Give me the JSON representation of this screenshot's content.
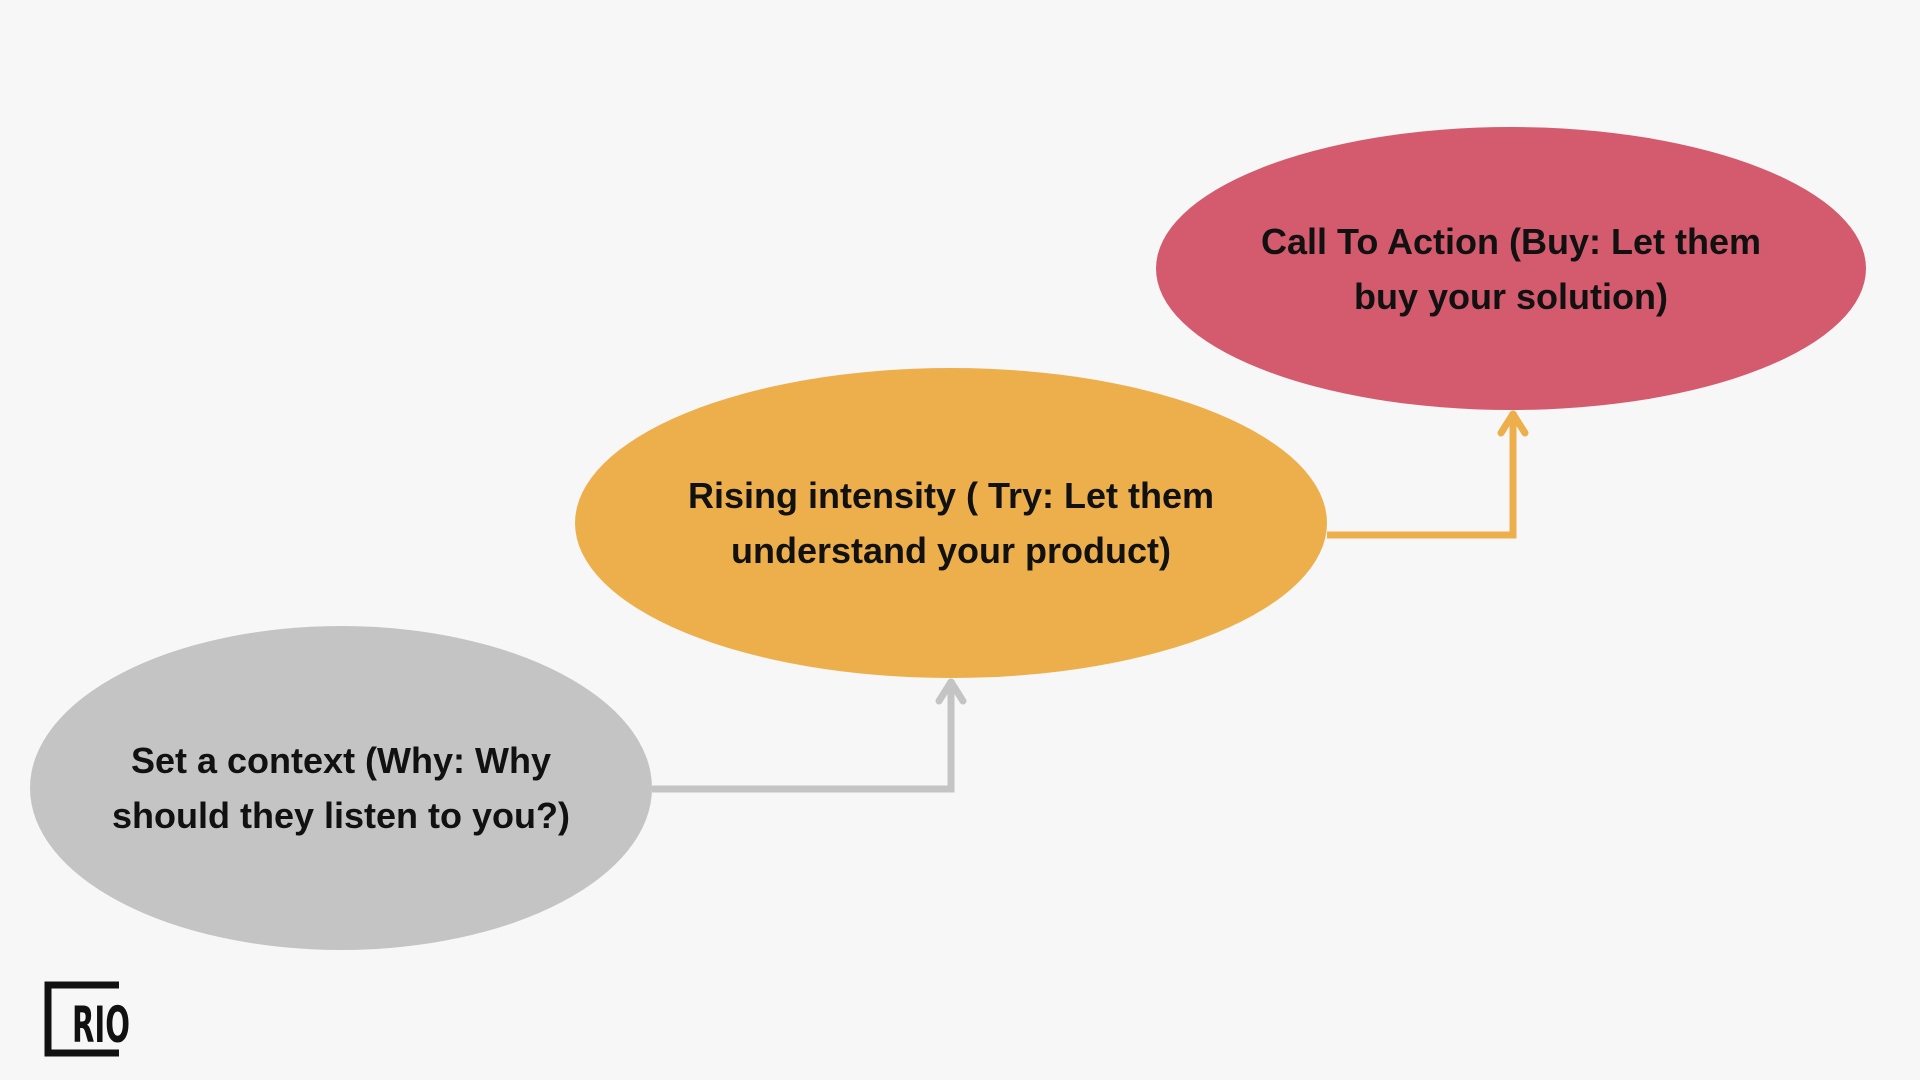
{
  "diagram": {
    "background_color": "#f7f7f7",
    "stages": [
      {
        "id": "context",
        "label": "Set a context (Why: Why should they listen to you?)",
        "color": "#c4c4c4",
        "connector_color": "#c4c4c4"
      },
      {
        "id": "intensity",
        "label": "Rising intensity ( Try: Let them understand your product)",
        "color": "#edaf4b",
        "connector_color": "#edaf4b"
      },
      {
        "id": "action",
        "label": "Call To Action (Buy: Let them buy your solution)",
        "color": "#d45a6e"
      }
    ],
    "connectors": [
      {
        "from": "context",
        "to": "intensity",
        "icon": "arrow-up-icon"
      },
      {
        "from": "intensity",
        "to": "action",
        "icon": "arrow-up-icon"
      }
    ]
  },
  "logo": {
    "text": "RIO",
    "icon": "bracket-logo-icon",
    "color": "#111111"
  }
}
